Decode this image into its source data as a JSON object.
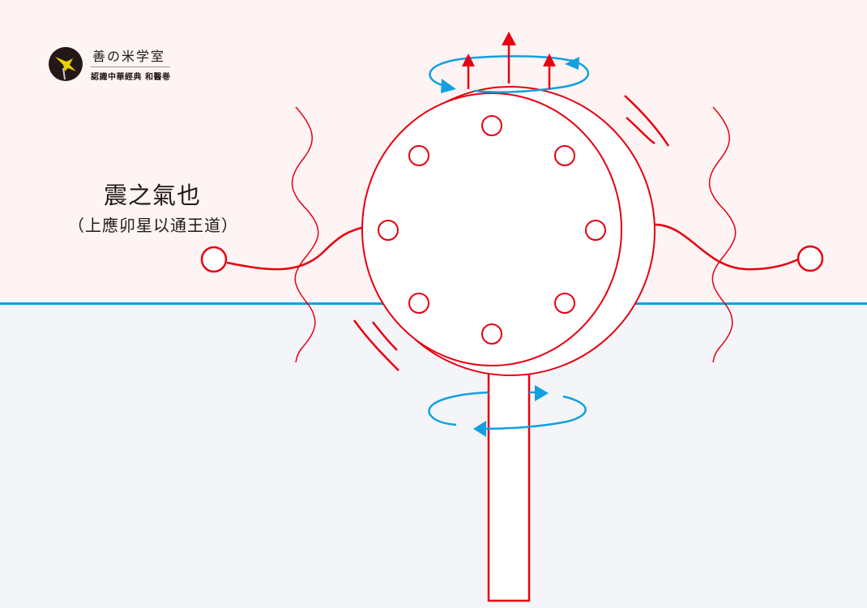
{
  "logo": {
    "title": "善の米学室",
    "subtitle": "認識中華經典 和醫巻",
    "icon": "golden-bird-emblem"
  },
  "labels": {
    "main": "震之氣也",
    "sub": "（上應卯星以通王道）"
  },
  "colors": {
    "red": "#e60012",
    "blue": "#11a0e0",
    "sky": "#fdf4f3",
    "ground": "#f4f5f9",
    "text": "#231815"
  },
  "diagram": {
    "elements": [
      "outer-wheel",
      "inner-wheel",
      "eight-rim-circles",
      "shaft",
      "upward-arrows",
      "top-rotation-arrow",
      "bottom-rotation-arrow",
      "wavy-lines",
      "left-node",
      "right-node",
      "motion-arcs"
    ]
  }
}
